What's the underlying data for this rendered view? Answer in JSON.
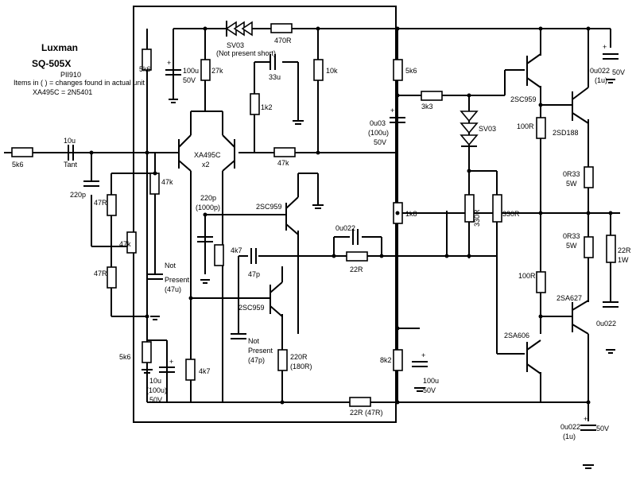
{
  "header": {
    "title": "Luxman",
    "model": "SQ-505X",
    "ref": "PII910",
    "note": "Items in ( ) = changes found in actual unit",
    "equiv": "XA495C = 2N5401"
  },
  "labels": {
    "r_in": "5k6",
    "c_in": "10u",
    "c_in2": "Tant",
    "c_220p": "220p",
    "r_47r_a": "47R",
    "r_47r_b": "47R",
    "pot_47k": "47k",
    "r_5k6_top": "5k6",
    "r_5k6_bot": "5k6",
    "r_47k_bias": "47k",
    "c_np1": "Not",
    "c_np2": "Present",
    "c_np3": "(47u)",
    "c_100u_top": "100u",
    "c_100u_top_v": "50V",
    "r_27k": "27k",
    "sv03_top": "SV03",
    "sv03_top_note": "(Not present short)",
    "r_470r": "470R",
    "c_33u": "33u",
    "r_10k": "10k",
    "r_1k2": "1k2",
    "q_diff": "XA495C",
    "q_diff_n": "x2",
    "r_47k_fb": "47k",
    "c_220p_b": "220p",
    "c_220p_b2": "(1000p)",
    "q_2sc959_a": "2SC959",
    "r_4k7_a": "4k7",
    "c_47p": "47p",
    "q_2sc959_b": "2SC959",
    "c_np_b1": "Not",
    "c_np_b2": "Present",
    "c_np_b3": "(47p)",
    "r_220r": "220R",
    "r_220r_b": "(180R)",
    "r_4k7_b": "4k7",
    "c_10u_b": "10u",
    "c_10u_b2": "(100u)",
    "c_10u_b3": "50V",
    "r_5k6_c": "5k6",
    "r_3k3": "3k3",
    "c_0u03": "0u03",
    "c_0u03_b": "(100u)",
    "c_0u03_v": "50V",
    "sv03_mid": "SV03",
    "c_0u022_mid": "0u022",
    "r_22r_mid": "22R",
    "r_1k8": "1k8",
    "pot_330r": "330R",
    "r_330r": "330R",
    "r_8k2": "8k2",
    "c_100u_b": "100u",
    "c_100u_b_v": "50V",
    "r_22r_47r": "22R (47R)",
    "q_2sc959_c": "2SC959",
    "r_100r_a": "100R",
    "q_2sd188": "2SD188",
    "c_0u022_a": "0u022",
    "c_0u022_a2": "(1u)",
    "c_50v_a": "50V",
    "r_0r33_a": "0R33",
    "r_0r33_a_w": "5W",
    "r_0r33_b": "0R33",
    "r_0r33_b_w": "5W",
    "r_22r_1w": "22R",
    "r_22r_1w_b": "1W",
    "r_100r_b": "100R",
    "q_2sa627": "2SA627",
    "q_2sa606": "2SA606",
    "c_0u022_b": "0u022",
    "c_0u022_c": "0u022",
    "c_0u022_c2": "(1u)",
    "c_50v_b": "50V"
  }
}
